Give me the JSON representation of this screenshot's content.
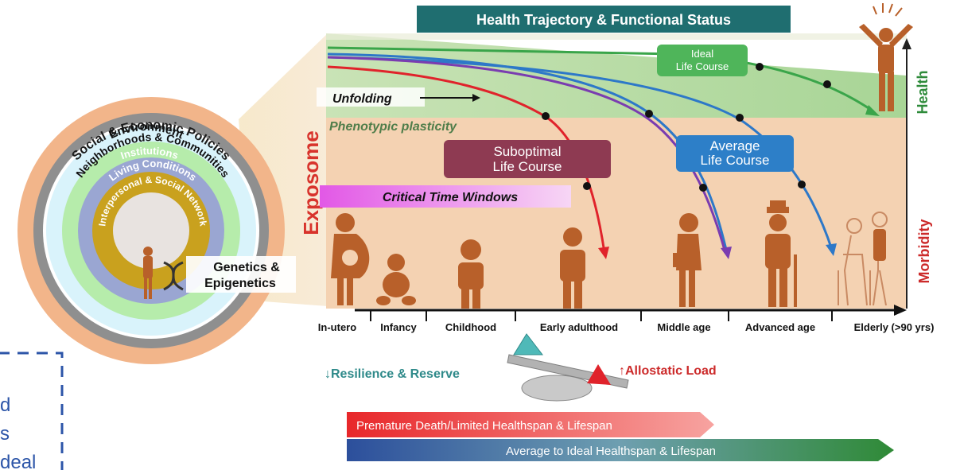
{
  "title": "Health Trajectory & Functional Status",
  "rings": {
    "outer": "Social & Economic Policies",
    "institutions": "Institutions",
    "environment": "Environment",
    "neighborhoods": "Neighborhoods & Communities",
    "living": "Living Conditions",
    "interpersonal": "Interpersonal & Social Network",
    "genetics_line1": "Genetics &",
    "genetics_line2": "Epigenetics"
  },
  "exposome": "Exposome",
  "labels": {
    "unfolding": "Unfolding",
    "phenotypic": "Phenotypic plasticity",
    "critical": "Critical Time Windows",
    "ideal_line1": "Ideal",
    "ideal_line2": "Life Course",
    "suboptimal_line1": "Suboptimal",
    "suboptimal_line2": "Life Course",
    "average_line1": "Average",
    "average_line2": "Life Course",
    "health": "Health",
    "morbidity": "Morbidity"
  },
  "stages": [
    "In-utero",
    "Infancy",
    "Childhood",
    "Early adulthood",
    "Middle age",
    "Advanced age",
    "Elderly (>90 yrs)"
  ],
  "balance": {
    "resilience": "↓Resilience & Reserve",
    "allostatic": "↑Allostatic Load"
  },
  "outcomes": {
    "premature": "Premature Death/Limited Healthspan & Lifespan",
    "ideal": "Average to Ideal Healthspan &  Lifespan"
  },
  "cutoff_text": [
    "d",
    "s",
    "deal"
  ],
  "colors": {
    "title_bg": "#1f6e70",
    "health": "#2e8b3a",
    "morbidity": "#cc2a2a",
    "figure": "#b8602a",
    "ideal_curve": "#3aa54a",
    "purple_curve": "#7a3cb0",
    "suboptimal_curve": "#e0232b",
    "average_curve": "#2d78c8",
    "suboptimal_box": "#8e3a52",
    "average_box": "#2d7fc8",
    "exposome": "#d8332c",
    "dashed_box": "#2c55a8"
  }
}
